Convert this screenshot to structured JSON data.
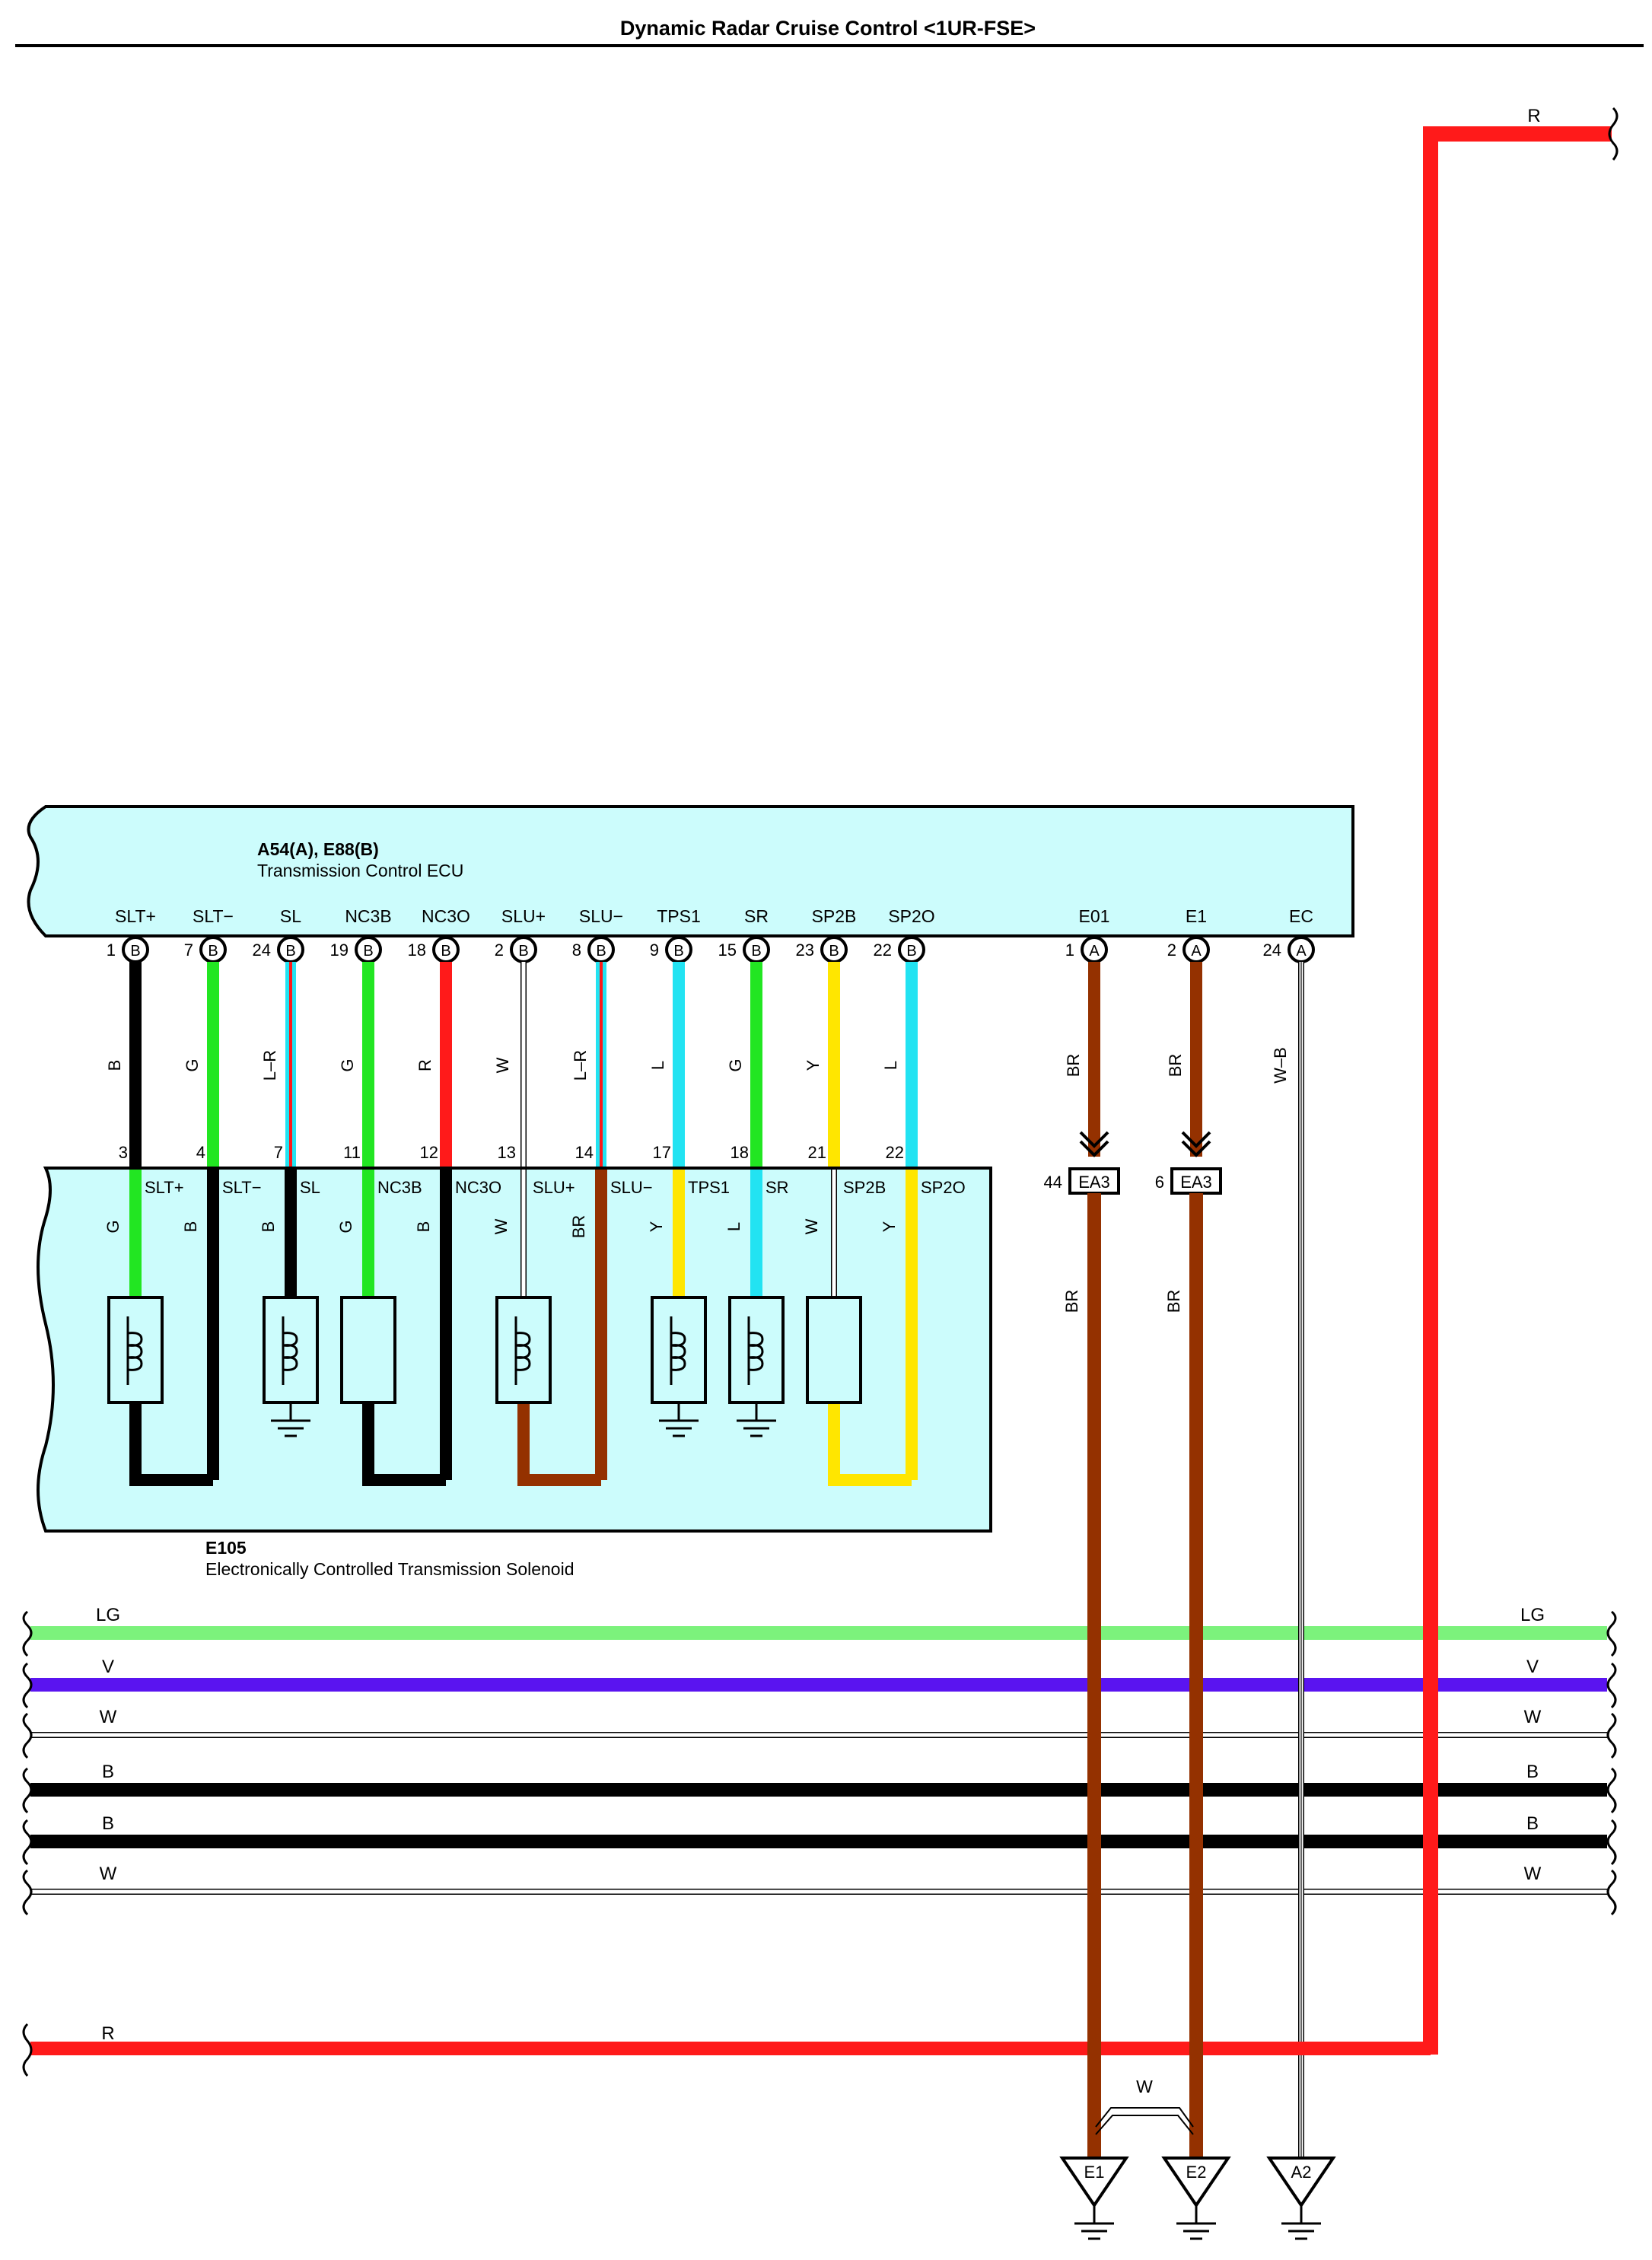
{
  "title": "Dynamic Radar Cruise Control <1UR-FSE>",
  "colors": {
    "B": "#000000",
    "G": "#22e622",
    "LG": "#7cf27c",
    "R": "#ff1a1a",
    "W": "#ffffff",
    "L": "#22e3f2",
    "Y": "#ffe600",
    "BR": "#943100",
    "V": "#5a14f0",
    "LR": "#22e3f2",
    "LR_stripe": "#ff1a1a",
    "WB": "#ffffff",
    "ecu_fill": "#ccfcfc"
  },
  "ecu": {
    "code": "A54(A), E88(B)",
    "name": "Transmission Control ECU",
    "pins": [
      {
        "name": "SLT+",
        "num": "1",
        "conn": "B"
      },
      {
        "name": "SLT−",
        "num": "7",
        "conn": "B"
      },
      {
        "name": "SL",
        "num": "24",
        "conn": "B"
      },
      {
        "name": "NC3B",
        "num": "19",
        "conn": "B"
      },
      {
        "name": "NC3O",
        "num": "18",
        "conn": "B"
      },
      {
        "name": "SLU+",
        "num": "2",
        "conn": "B"
      },
      {
        "name": "SLU−",
        "num": "8",
        "conn": "B"
      },
      {
        "name": "TPS1",
        "num": "9",
        "conn": "B"
      },
      {
        "name": "SR",
        "num": "15",
        "conn": "B"
      },
      {
        "name": "SP2B",
        "num": "23",
        "conn": "B"
      },
      {
        "name": "SP2O",
        "num": "22",
        "conn": "B"
      },
      {
        "name": "E01",
        "num": "1",
        "conn": "A"
      },
      {
        "name": "E1",
        "num": "2",
        "conn": "A"
      },
      {
        "name": "EC",
        "num": "24",
        "conn": "A"
      }
    ]
  },
  "upper_wires": [
    {
      "label": "B",
      "color": "B"
    },
    {
      "label": "G",
      "color": "G"
    },
    {
      "label": "L–R",
      "color": "LR"
    },
    {
      "label": "G",
      "color": "G"
    },
    {
      "label": "R",
      "color": "R"
    },
    {
      "label": "W",
      "color": "W"
    },
    {
      "label": "L–R",
      "color": "LR"
    },
    {
      "label": "L",
      "color": "L"
    },
    {
      "label": "G",
      "color": "G"
    },
    {
      "label": "Y",
      "color": "Y"
    },
    {
      "label": "L",
      "color": "L"
    },
    {
      "label": "BR",
      "color": "BR"
    },
    {
      "label": "BR",
      "color": "BR"
    },
    {
      "label": "W–B",
      "color": "WB"
    }
  ],
  "solenoid": {
    "code": "E105",
    "name": "Electronically Controlled Transmission Solenoid",
    "pins": [
      {
        "num": "3",
        "name": "SLT+"
      },
      {
        "num": "4",
        "name": "SLT−"
      },
      {
        "num": "7",
        "name": "SL"
      },
      {
        "num": "11",
        "name": "NC3B"
      },
      {
        "num": "12",
        "name": "NC3O"
      },
      {
        "num": "13",
        "name": "SLU+"
      },
      {
        "num": "14",
        "name": "SLU−"
      },
      {
        "num": "17",
        "name": "TPS1"
      },
      {
        "num": "18",
        "name": "SR"
      },
      {
        "num": "21",
        "name": "SP2B"
      },
      {
        "num": "22",
        "name": "SP2O"
      }
    ],
    "inner_wires": [
      {
        "label": "G",
        "color": "G"
      },
      {
        "label": "B",
        "color": "B"
      },
      {
        "label": "B",
        "color": "B"
      },
      {
        "label": "G",
        "color": "G"
      },
      {
        "label": "B",
        "color": "B"
      },
      {
        "label": "W",
        "color": "W"
      },
      {
        "label": "BR",
        "color": "BR"
      },
      {
        "label": "Y",
        "color": "Y"
      },
      {
        "label": "L",
        "color": "L"
      },
      {
        "label": "W",
        "color": "W"
      },
      {
        "label": "Y",
        "color": "Y"
      }
    ]
  },
  "junctions": [
    {
      "pin": "44",
      "code": "EA3"
    },
    {
      "pin": "6",
      "code": "EA3"
    }
  ],
  "lower_wires": [
    {
      "label": "BR",
      "color": "BR"
    },
    {
      "label": "BR",
      "color": "BR"
    }
  ],
  "top_wire": {
    "label": "R",
    "color": "R"
  },
  "buses": [
    {
      "label": "LG",
      "color": "LG"
    },
    {
      "label": "V",
      "color": "V"
    },
    {
      "label": "W",
      "color": "W"
    },
    {
      "label": "B",
      "color": "B"
    },
    {
      "label": "B",
      "color": "B"
    },
    {
      "label": "W",
      "color": "W"
    }
  ],
  "bottom_wire": {
    "label": "R",
    "color": "R"
  },
  "shield_label": "W",
  "grounds": [
    "E1",
    "E2",
    "A2"
  ]
}
